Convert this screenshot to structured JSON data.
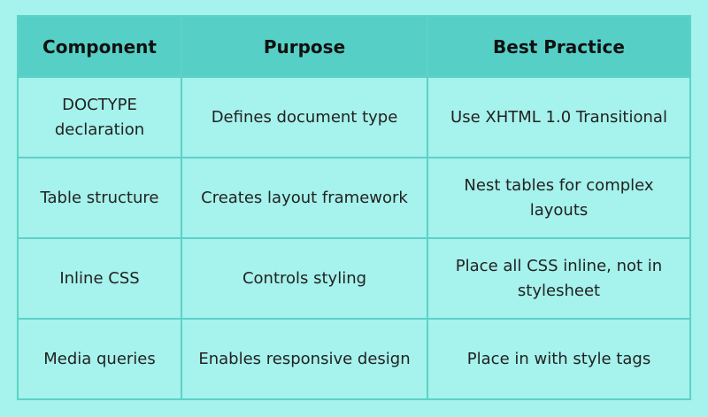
{
  "table": {
    "headers": [
      "Component",
      "Purpose",
      "Best Practice"
    ],
    "rows": [
      [
        "DOCTYPE declaration",
        "Defines document type",
        "Use XHTML 1.0 Transitional"
      ],
      [
        "Table structure",
        "Creates layout framework",
        "Nest tables for complex layouts"
      ],
      [
        "Inline CSS",
        "Controls styling",
        "Place all CSS inline, not in stylesheet"
      ],
      [
        "Media queries",
        "Enables responsive design",
        "Place in with style tags"
      ]
    ]
  },
  "colors": {
    "background": "#a6f2ec",
    "header_background": "#56d0c6",
    "border": "#5bd2c8"
  }
}
